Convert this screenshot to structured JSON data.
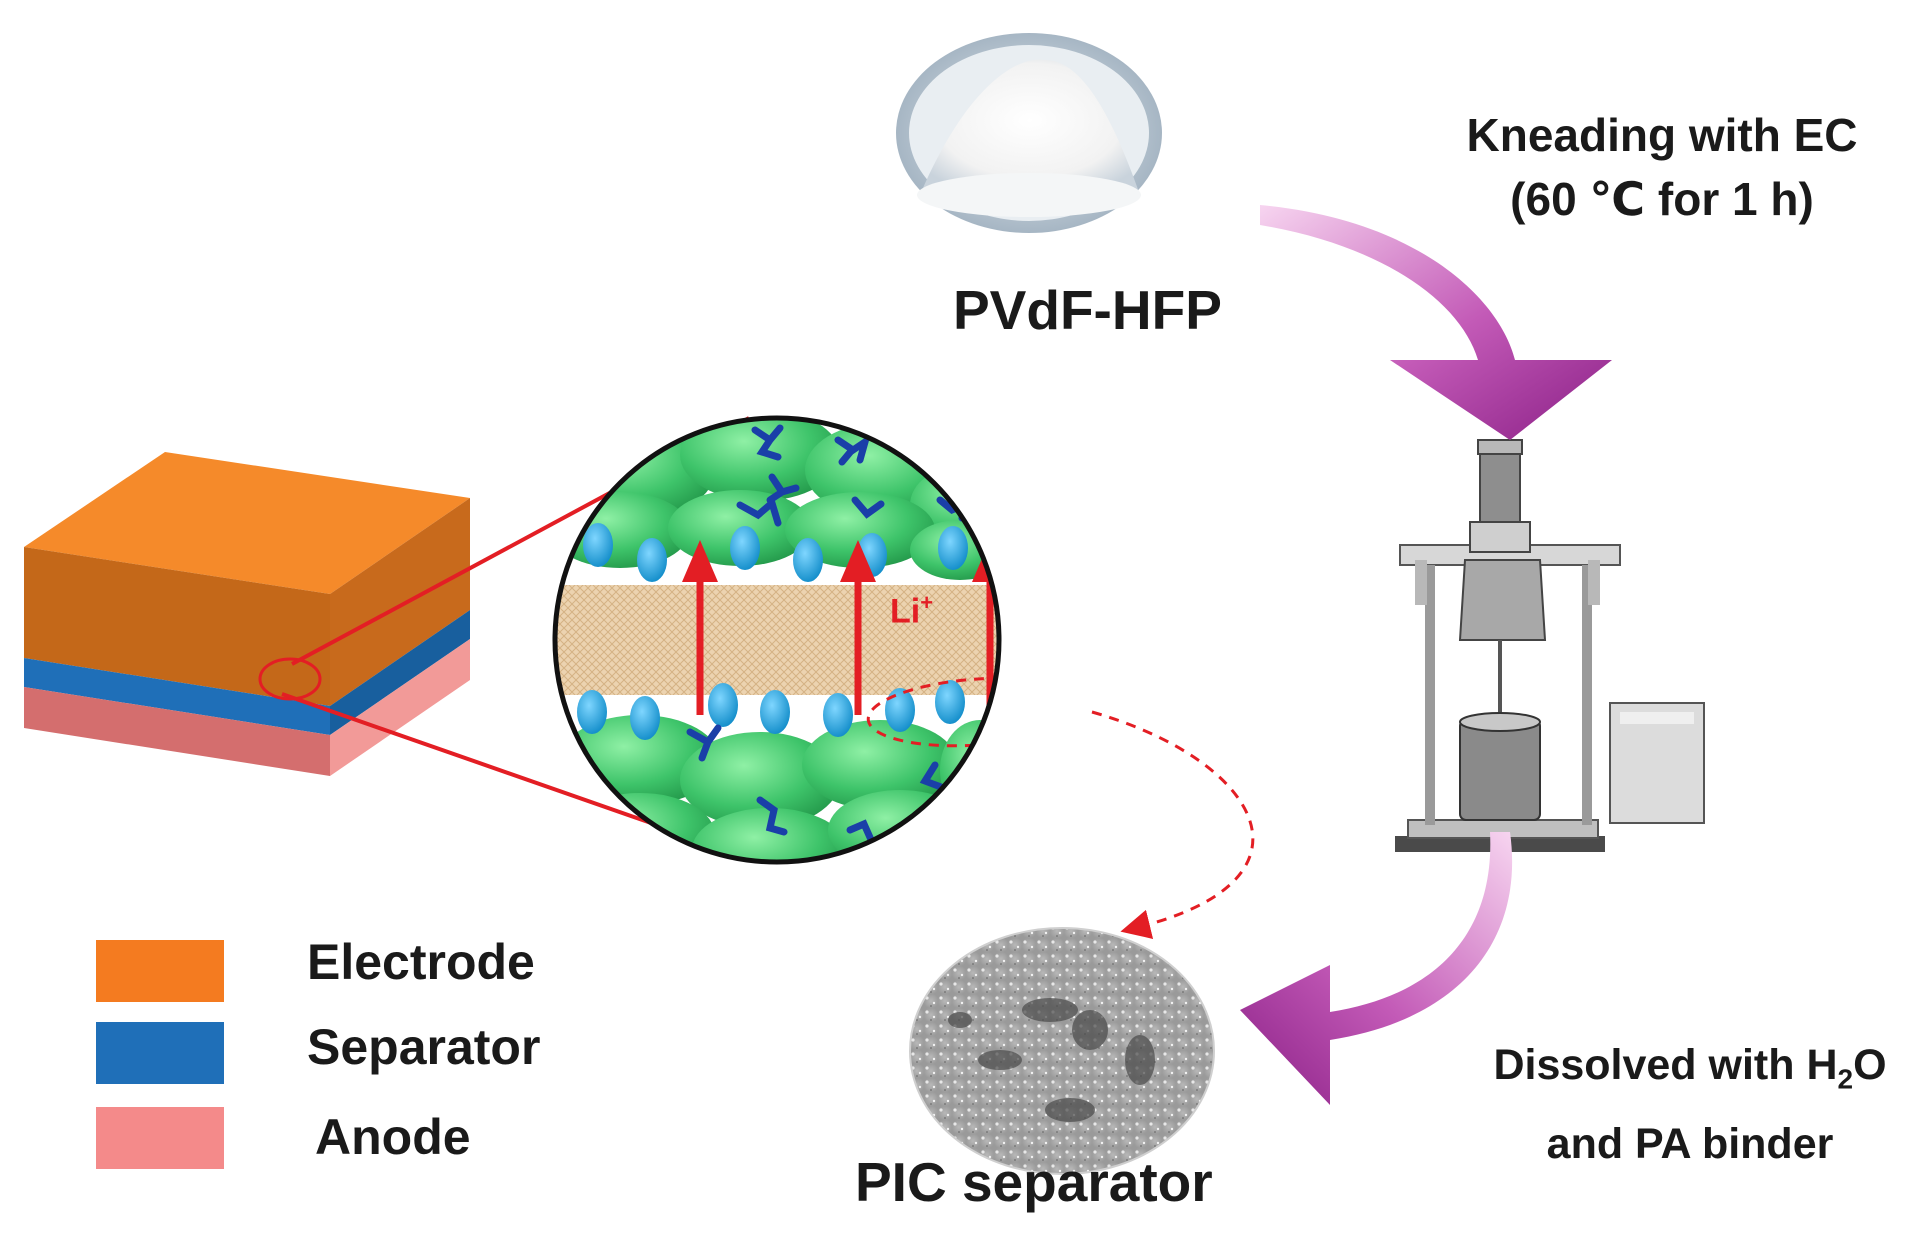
{
  "labels": {
    "powder": "PVdF-HFP",
    "step1_line1": "Kneading with EC",
    "step1_line2": "(60 ℃ for 1 h)",
    "step2_line1_text": "Dissolved with H",
    "step2_line1_sub": "2",
    "step2_line1_end": "O",
    "step2_line2": "and PA binder",
    "product": "PIC separator",
    "ion_symbol": "Li",
    "ion_charge": "+"
  },
  "legend": [
    {
      "label": "Electrode",
      "color": "#f47b20"
    },
    {
      "label": "Separator",
      "color": "#1f6fb8"
    },
    {
      "label": "Anode",
      "color": "#f48a8a"
    }
  ],
  "colors": {
    "electrode_top": "#f58a2a",
    "electrode_front": "#c26418",
    "separator_front": "#1f6fb8",
    "anode_front": "#d9706f",
    "callout_line": "#e31e24",
    "arrow_purple": "#9c2a96",
    "ion_arrow": "#e31e24",
    "particle_green": "#3ec46a",
    "ion_blue": "#19a3e0",
    "binder_navy": "#1a3fa8"
  }
}
